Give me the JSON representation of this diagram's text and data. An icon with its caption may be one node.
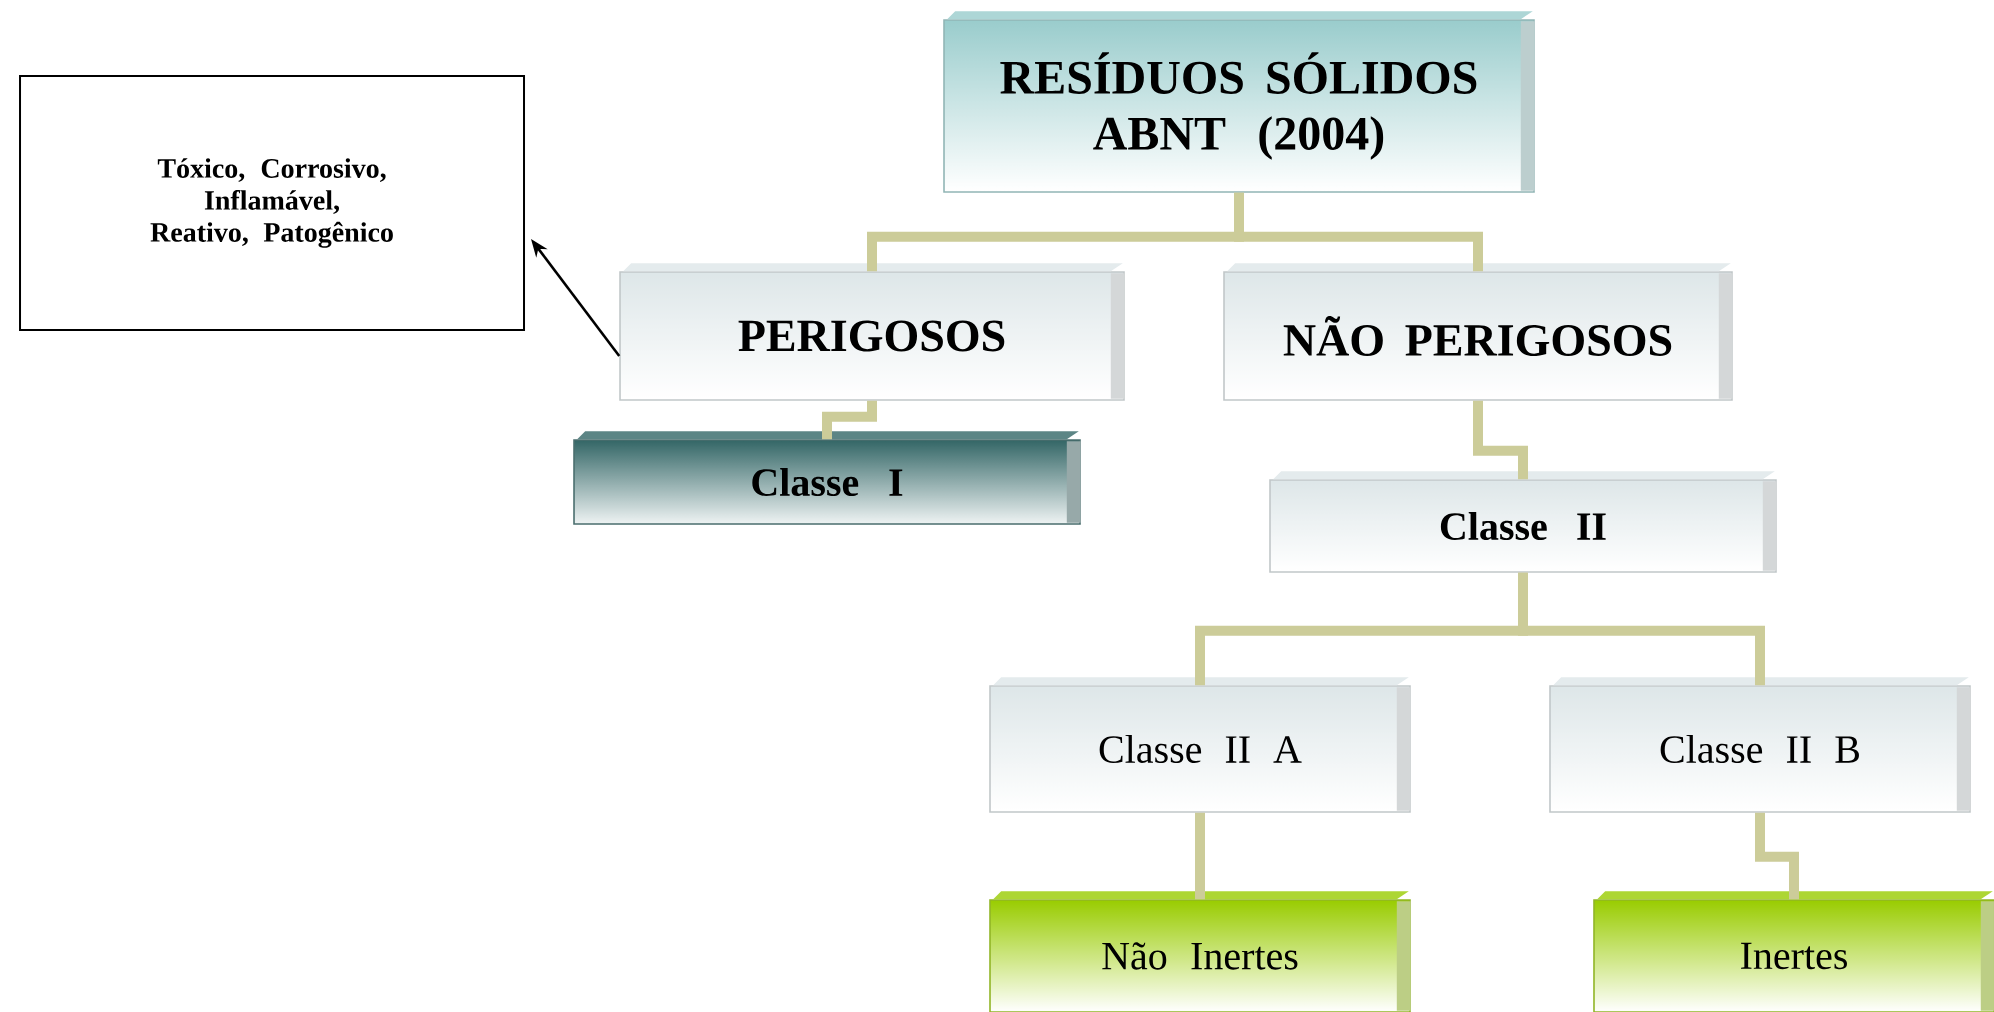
{
  "diagram": {
    "nodes": [
      {
        "text": [
          "Tóxico, Corrosivo, Inflamável, Reativo, Patogênico"
        ]
      },
      {
        "text": [
          "RESÍDUOS SÓLIDOS ABNT (2004)"
        ]
      },
      {
        "text": [
          "PERIGOSOS"
        ]
      },
      {
        "text": [
          "NÃO PERIGOSOS"
        ]
      },
      {
        "text": [
          "Classe I"
        ]
      },
      {
        "text": [
          "Classe II"
        ]
      },
      {
        "text": [
          "Classe II A"
        ]
      },
      {
        "text": [
          "Classe II B"
        ]
      },
      {
        "text": [
          "Não Inertes"
        ]
      },
      {
        "text": [
          "Inertes"
        ]
      }
    ],
    "edges": [
      {
        "from": 2,
        "to": 0,
        "arrow": "to",
        "color": "#000000"
      },
      {
        "from": 1,
        "to": 2,
        "arrow": "none"
      },
      {
        "from": 1,
        "to": 3,
        "arrow": "none"
      },
      {
        "from": 2,
        "to": 4,
        "arrow": "none"
      },
      {
        "from": 3,
        "to": 5,
        "arrow": "none"
      },
      {
        "from": 5,
        "to": 6,
        "arrow": "none"
      },
      {
        "from": 5,
        "to": 7,
        "arrow": "none"
      },
      {
        "from": 6,
        "to": 8,
        "arrow": "none"
      },
      {
        "from": 7,
        "to": 9,
        "arrow": "none"
      }
    ]
  }
}
